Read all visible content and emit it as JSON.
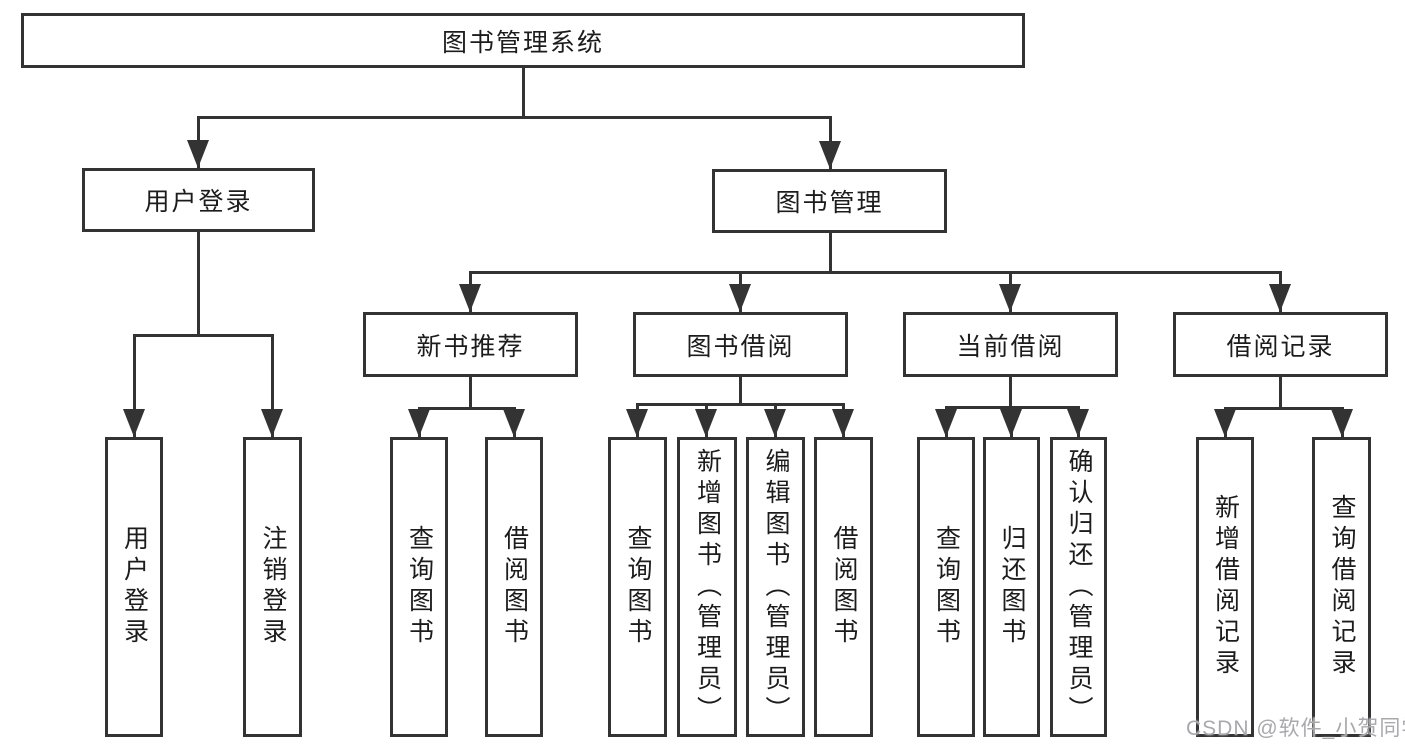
{
  "diagram": {
    "title": "图书管理系统",
    "level2": [
      "用户登录",
      "图书管理"
    ],
    "level3": [
      "新书推荐",
      "图书借阅",
      "当前借阅",
      "借阅记录"
    ],
    "leaves": {
      "user_login": [
        "用户登录",
        "注销登录"
      ],
      "new_book_recommend": [
        "查询图书",
        "借阅图书"
      ],
      "book_borrow": [
        "查询图书",
        "新增图书（管理员）",
        "编辑图书（管理员）",
        "借阅图书"
      ],
      "current_borrow": [
        "查询图书",
        "归还图书",
        "确认归还（管理员）"
      ],
      "borrow_records": [
        "新增借阅记录",
        "查询借阅记录"
      ]
    },
    "watermark": "CSDN @软件_小贺同学",
    "colors": {
      "line": "#333333",
      "text": "#1c1c1c",
      "watermark": "#a9a9ad",
      "background": "#ffffff"
    }
  }
}
